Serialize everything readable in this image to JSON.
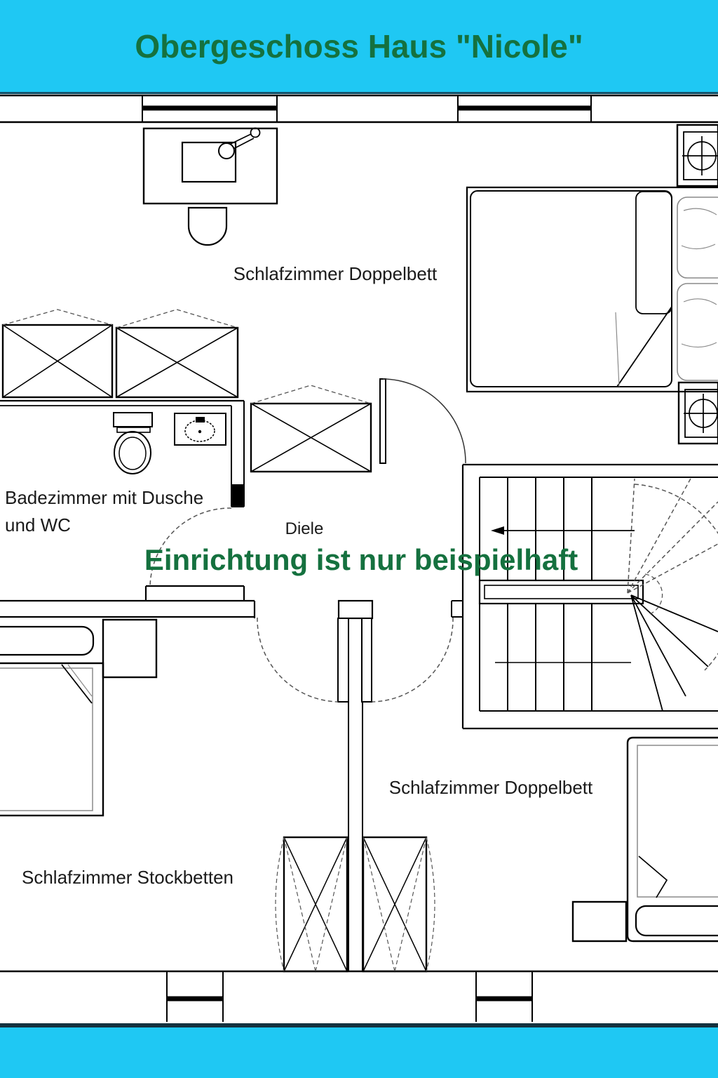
{
  "header": {
    "title": "Obergeschoss Haus \"Nicole\""
  },
  "note": "Einrichtung ist nur beispielhaft",
  "labels": {
    "bedroom_top": "Schlafzimmer Doppelbett",
    "bathroom_line1": "Badezimmer mit Dusche",
    "bathroom_line2": "und WC",
    "hall": "Diele",
    "bedroom_right": "Schlafzimmer Doppelbett",
    "bedroom_bottom_left": "Schlafzimmer Stockbetten"
  },
  "colors": {
    "band_cyan": "#1fc8f3",
    "title_green": "#15713f",
    "wall_black": "#000000"
  }
}
